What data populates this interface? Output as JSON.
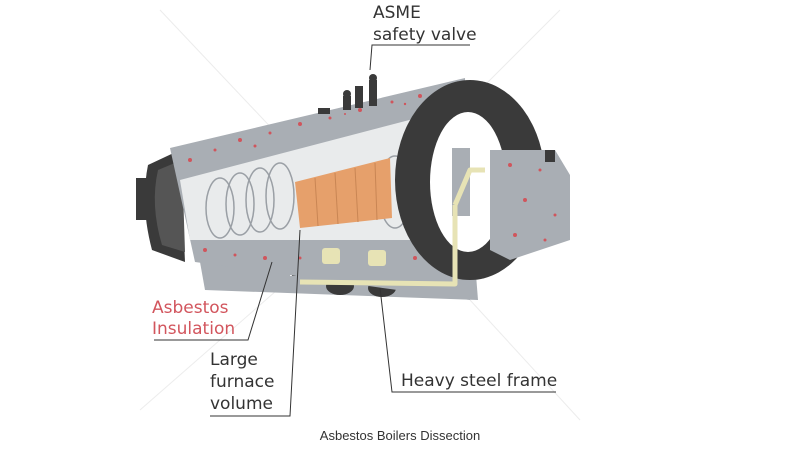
{
  "labels": {
    "safety_valve_line1": "ASME",
    "safety_valve_line2": "safety valve",
    "insulation_line1": "Asbestos",
    "insulation_line2": "Insulation",
    "furnace_line1": "Large",
    "furnace_line2": "furnace",
    "furnace_line3": "volume",
    "frame": "Heavy steel frame"
  },
  "caption": "Asbestos Boilers Dissection",
  "colors": {
    "insulation_gray": "#a9aeb4",
    "speckle_red": "#d0555c",
    "furnace_orange": "#e6a06b",
    "pipe_yellow": "#e7e3b5",
    "dark_steel": "#3a3a3a",
    "label_red": "#d2555d",
    "label_gray": "#333333"
  }
}
